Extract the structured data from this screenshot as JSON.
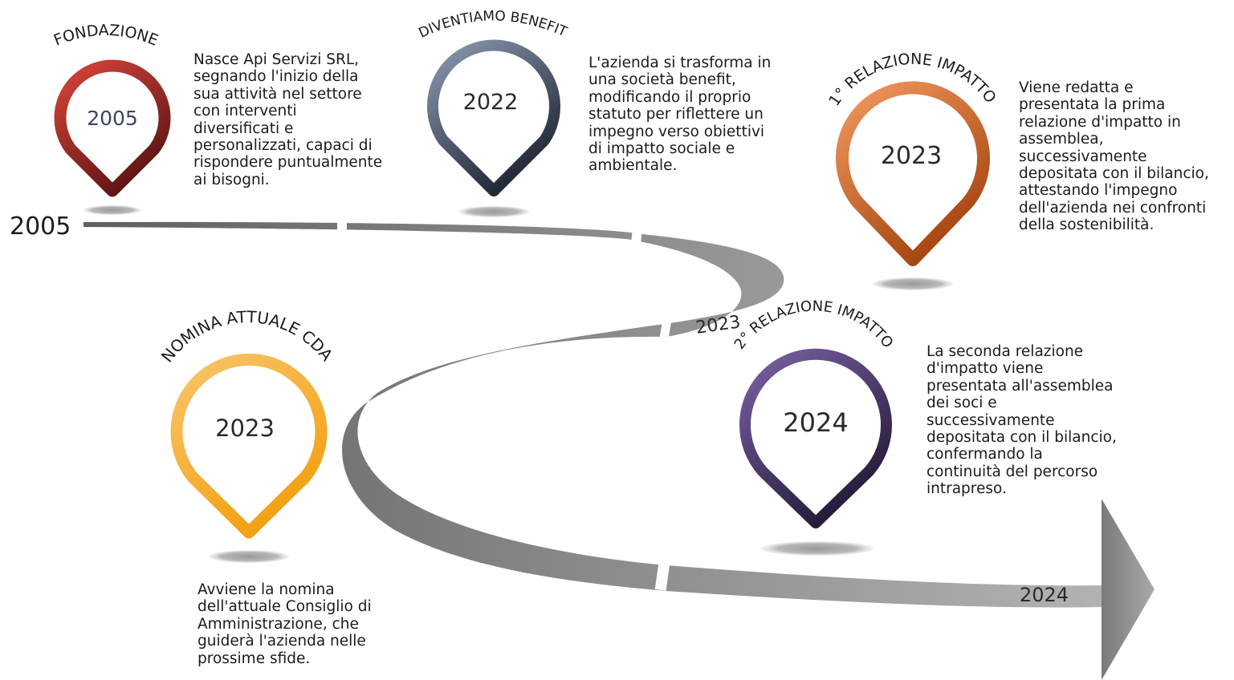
{
  "timeline": {
    "start_label": "2005",
    "mid_label": "2023",
    "end_label": "2024"
  },
  "milestones": [
    {
      "id": "fondazione",
      "title": "FONDAZIONE",
      "year": "2005",
      "color_light": "#d8453a",
      "color_dark": "#5e1515",
      "description": "Nasce Api Servizi SRL,\nsegnando l'inizio della\nsua attività nel settore\ncon interventi\ndiversificati e\npersonalizzati, capaci di\nrispondere puntualmente\nai bisogni."
    },
    {
      "id": "benefit",
      "title": "DIVENTIAMO BENEFIT",
      "year": "2022",
      "color_light": "#8c9bb2",
      "color_dark": "#1f2533",
      "description": "L'azienda si trasforma in\nuna società benefit,\nmodificando il proprio\nstatuto per riflettere un\nimpegno verso obiettivi\ndi impatto sociale e\nambientale."
    },
    {
      "id": "relazione-1",
      "title": "1° RELAZIONE IMPATTO",
      "year": "2023",
      "color_light": "#f29a60",
      "color_dark": "#a64410",
      "description": "Viene redatta e\npresentata la prima\nrelazione d'impatto in\nassemblea,\nsuccessivamente\ndepositata con il bilancio,\nattestando l'impegno\ndell'azienda nei confronti\ndella sostenibilità."
    },
    {
      "id": "nomina-cda",
      "title": "NOMINA ATTUALE CDA",
      "year": "2023",
      "color_light": "#f8c56a",
      "color_dark": "#f2a010",
      "description": "Avviene la nomina\ndell'attuale Consiglio di\nAmministrazione, che\nguiderà l'azienda nelle\nprossime sfide."
    },
    {
      "id": "relazione-2",
      "title": "2° RELAZIONE IMPATTO",
      "year": "2024",
      "color_light": "#7b62a6",
      "color_dark": "#241a38",
      "description": "La seconda relazione\nd'impatto viene\npresentata all'assemblea\ndei soci e\nsuccessivamente\ndepositata con il bilancio,\nconfermando la\ncontinuità del percorso\nintrapreso."
    }
  ]
}
